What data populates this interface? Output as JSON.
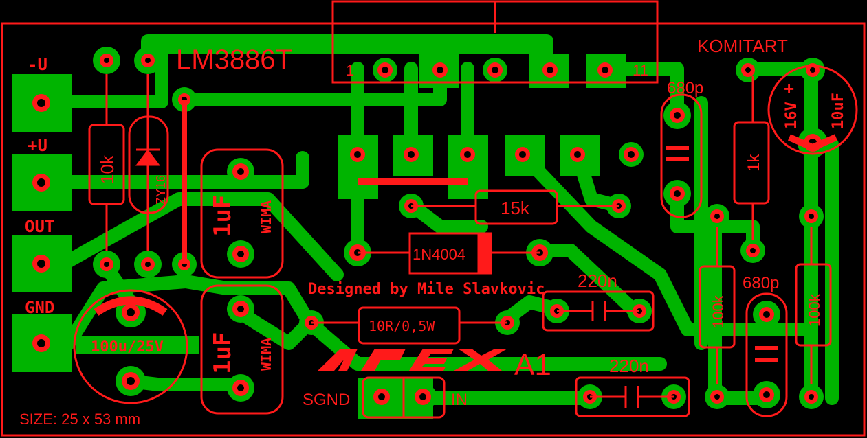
{
  "colors": {
    "background": "#000000",
    "copper": "#00b400",
    "silkscreen": "#ff1a1a"
  },
  "board": {
    "title": "LM3886T",
    "brand": "KOMITART",
    "size": "SIZE: 25 x 53 mm",
    "credit": "Designed by Mile Slavkovic",
    "logo": "APEX",
    "model": "A1"
  },
  "ic": {
    "pin_first": "1",
    "pin_last": "11"
  },
  "connectors": {
    "neg_supply": "-U",
    "pos_supply": "+U",
    "output": "OUT",
    "ground": "GND"
  },
  "inputs": {
    "signal_ground": "SGND",
    "input": "IN"
  },
  "components": {
    "r_10k": "10k",
    "zener": "ZY16",
    "c_1uf_a": "1uF",
    "c_1uf_b": "1uF",
    "wima_a": "WIMA",
    "wima_b": "WIMA",
    "c_100u": "100u/25V",
    "r_15k": "15k",
    "diode": "1N4004",
    "r_10r": "10R/0,5W",
    "c_680p_a": "680p",
    "c_680p_b": "680p",
    "r_1k": "1k",
    "c_10uf": "10uF",
    "c_10uf_v": "16V",
    "c_220n_a": "220n",
    "c_220n_b": "220n",
    "r_100k_a": "100k",
    "r_100k_b": "100k"
  }
}
